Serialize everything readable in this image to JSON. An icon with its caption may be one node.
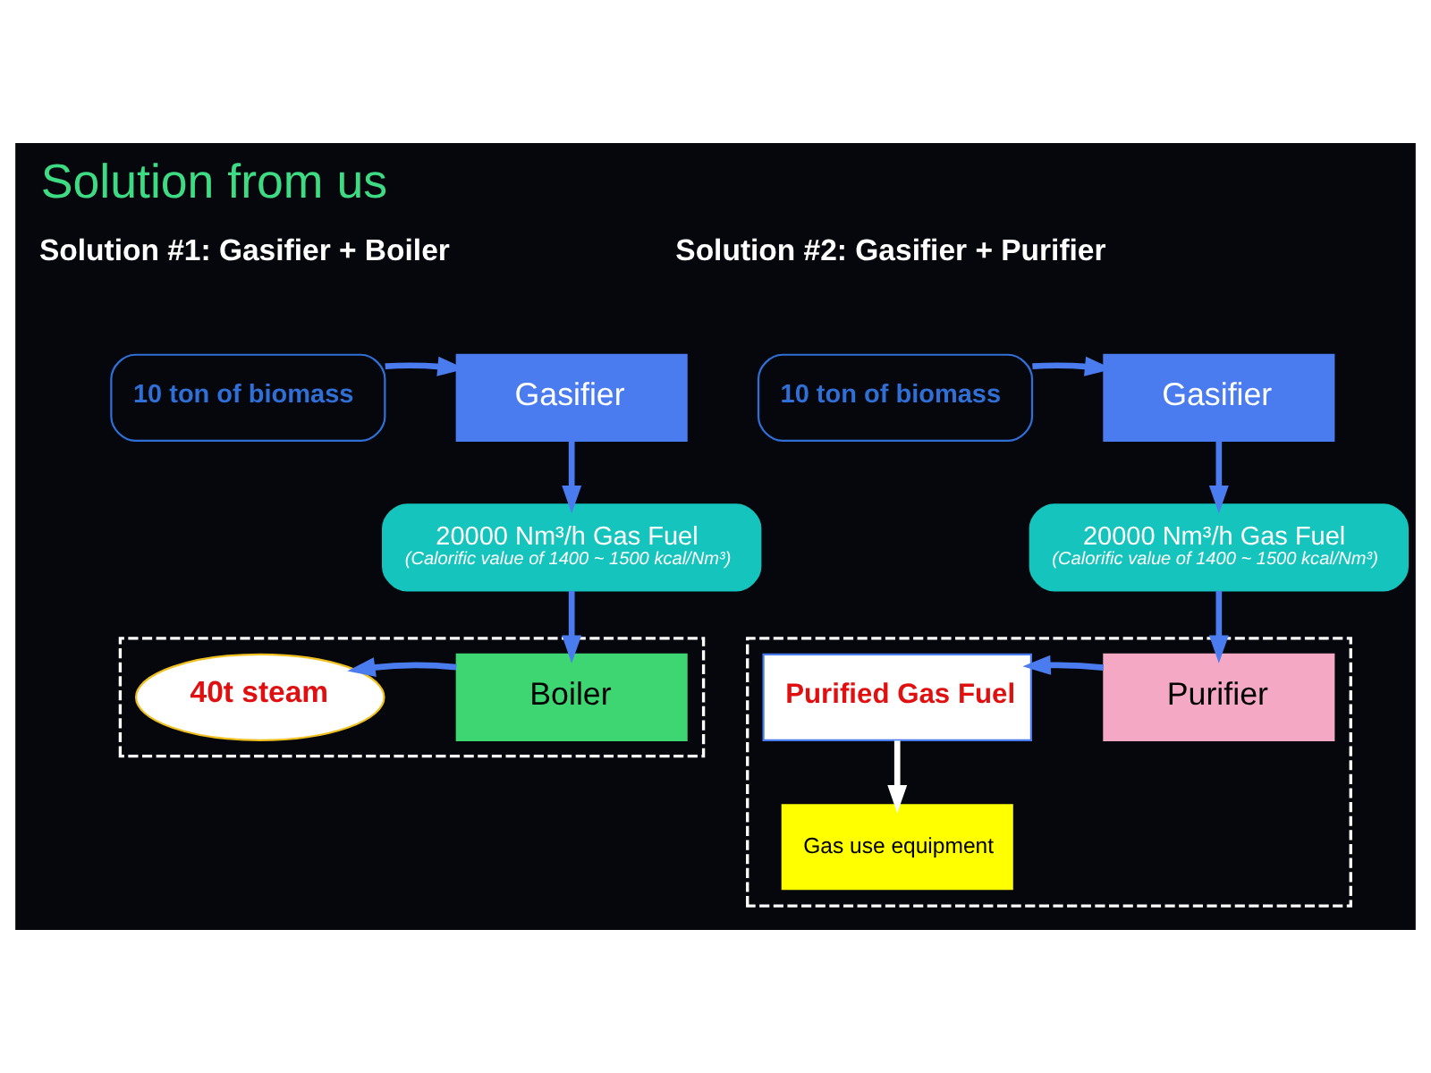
{
  "diagram": {
    "title": "Solution from us",
    "nodes": [
      {
        "text": [
          "10 ton of biomass"
        ]
      },
      {
        "text": [
          "Gasifier"
        ]
      },
      {
        "text": [
          "20000 Nm³/h Gas Fuel",
          "(Calorific value of 1400 ~ 1500 kcal/Nm³)"
        ]
      },
      {
        "text": [],
        "shape": "box"
      },
      {
        "text": [
          "40t steam"
        ],
        "in": 3
      },
      {
        "text": [
          "Boiler"
        ],
        "in": 3
      },
      {
        "text": [
          "10 ton of biomass"
        ]
      },
      {
        "text": [
          "Gasifier"
        ]
      },
      {
        "text": [
          "20000 Nm³/h Gas Fuel",
          "(Calorific value of 1400 ~ 1500 kcal/Nm³)"
        ]
      },
      {
        "text": [],
        "shape": "box"
      },
      {
        "text": [
          "Purified Gas Fuel"
        ],
        "in": 9
      },
      {
        "text": [
          "Purifier"
        ],
        "in": 9
      },
      {
        "text": [
          "Gas use equipment"
        ],
        "in": 9
      }
    ],
    "edges": [
      {
        "from": 0,
        "to": 1,
        "arrow": "to"
      },
      {
        "from": 1,
        "to": 2,
        "arrow": "to"
      },
      {
        "from": 2,
        "to": 5,
        "arrow": "to"
      },
      {
        "from": 5,
        "to": 4,
        "arrow": "to"
      },
      {
        "from": 6,
        "to": 7,
        "arrow": "to"
      },
      {
        "from": 7,
        "to": 8,
        "arrow": "to"
      },
      {
        "from": 8,
        "to": 11,
        "arrow": "to"
      },
      {
        "from": 11,
        "to": 10,
        "arrow": "to"
      },
      {
        "from": 10,
        "to": 12,
        "arrow": "to",
        "color": "#ffffff"
      }
    ],
    "labels": [
      "Solution #1: Gasifier + Boiler",
      "Solution #2: Gasifier + Purifier"
    ]
  }
}
